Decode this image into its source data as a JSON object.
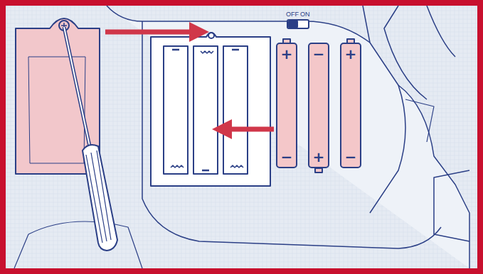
{
  "diagram": {
    "nodes": [
      {
        "text": [
          "+",
          "−"
        ]
      },
      {
        "text": [
          "−",
          "+"
        ]
      },
      {
        "text": [
          "+",
          "−"
        ]
      }
    ],
    "labels": [
      "OFF",
      "ON"
    ]
  }
}
